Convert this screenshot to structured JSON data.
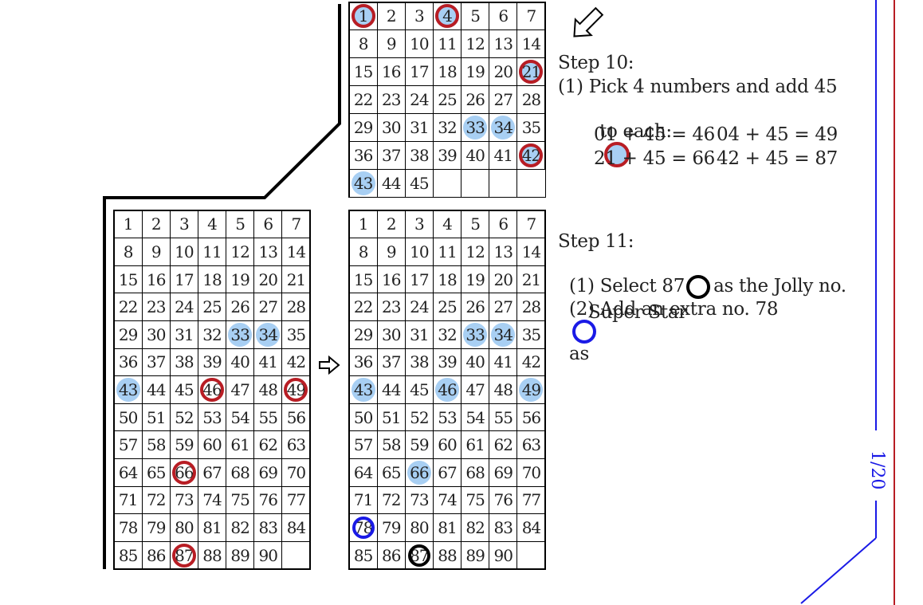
{
  "grid_top": {
    "numbers": [
      "1",
      "2",
      "3",
      "4",
      "5",
      "6",
      "7",
      "8",
      "9",
      "10",
      "11",
      "12",
      "13",
      "14",
      "15",
      "16",
      "17",
      "18",
      "19",
      "20",
      "21",
      "22",
      "23",
      "24",
      "25",
      "26",
      "27",
      "28",
      "29",
      "30",
      "31",
      "32",
      "33",
      "34",
      "35",
      "36",
      "37",
      "38",
      "39",
      "40",
      "41",
      "42",
      "43",
      "44",
      "45",
      "",
      "",
      ""
    ],
    "red_rings": [
      "1",
      "4",
      "21",
      "42"
    ],
    "blue_fills": [
      "1",
      "4",
      "21",
      "42",
      "33",
      "34",
      "43"
    ],
    "black_rings": [],
    "blue_rings": []
  },
  "grid_left": {
    "numbers": [
      "1",
      "2",
      "3",
      "4",
      "5",
      "6",
      "7",
      "8",
      "9",
      "10",
      "11",
      "12",
      "13",
      "14",
      "15",
      "16",
      "17",
      "18",
      "19",
      "20",
      "21",
      "22",
      "23",
      "24",
      "25",
      "26",
      "27",
      "28",
      "29",
      "30",
      "31",
      "32",
      "33",
      "34",
      "35",
      "36",
      "37",
      "38",
      "39",
      "40",
      "41",
      "42",
      "43",
      "44",
      "45",
      "46",
      "47",
      "48",
      "49",
      "50",
      "51",
      "52",
      "53",
      "54",
      "55",
      "56",
      "57",
      "58",
      "59",
      "60",
      "61",
      "62",
      "63",
      "64",
      "65",
      "66",
      "67",
      "68",
      "69",
      "70",
      "71",
      "72",
      "73",
      "74",
      "75",
      "76",
      "77",
      "78",
      "79",
      "80",
      "81",
      "82",
      "83",
      "84",
      "85",
      "86",
      "87",
      "88",
      "89",
      "90",
      ""
    ],
    "red_rings": [
      "46",
      "49",
      "66",
      "87"
    ],
    "blue_fills": [
      "33",
      "34",
      "43"
    ],
    "black_rings": [],
    "blue_rings": []
  },
  "grid_right": {
    "numbers": [
      "1",
      "2",
      "3",
      "4",
      "5",
      "6",
      "7",
      "8",
      "9",
      "10",
      "11",
      "12",
      "13",
      "14",
      "15",
      "16",
      "17",
      "18",
      "19",
      "20",
      "21",
      "22",
      "23",
      "24",
      "25",
      "26",
      "27",
      "28",
      "29",
      "30",
      "31",
      "32",
      "33",
      "34",
      "35",
      "36",
      "37",
      "38",
      "39",
      "40",
      "41",
      "42",
      "43",
      "44",
      "45",
      "46",
      "47",
      "48",
      "49",
      "50",
      "51",
      "52",
      "53",
      "54",
      "55",
      "56",
      "57",
      "58",
      "59",
      "60",
      "61",
      "62",
      "63",
      "64",
      "65",
      "66",
      "67",
      "68",
      "69",
      "70",
      "71",
      "72",
      "73",
      "74",
      "75",
      "76",
      "77",
      "78",
      "79",
      "80",
      "81",
      "82",
      "83",
      "84",
      "85",
      "86",
      "87",
      "88",
      "89",
      "90",
      ""
    ],
    "red_rings": [],
    "blue_fills": [
      "33",
      "34",
      "43",
      "46",
      "49",
      "66"
    ],
    "black_rings": [
      "87"
    ],
    "blue_rings": [
      "78"
    ]
  },
  "step10": {
    "title": "Step 10:",
    "line1": "(1) Pick 4 numbers and add 45",
    "line2": "to each:",
    "eq1": "01 + 45 = 46",
    "eq2": "04 + 45 = 49",
    "eq3": "21 + 45 = 66",
    "eq4": "42 + 45 = 87"
  },
  "step11": {
    "title": "Step 11:",
    "line1a": "(1) Select 87",
    "line1b": "as the Jolly no.",
    "line2a": "(2) Add an extra no. 78",
    "line2b": "as",
    "line3": "Super Star"
  },
  "page_number": "1/20",
  "colors": {
    "red_ring": "#b81d24",
    "blue_fill": "#a8cff3",
    "black_ring": "#000000",
    "blue_ring": "#1a1ae6",
    "margin_blue": "#1a1ae6",
    "margin_red": "#b81d24"
  }
}
